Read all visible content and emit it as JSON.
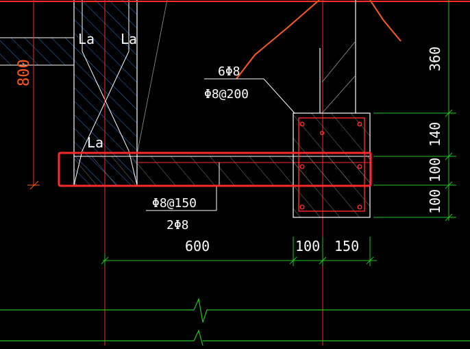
{
  "colors": {
    "background": "#000000",
    "red": "#ff2a2a",
    "white": "#ffffff",
    "green": "#22c522",
    "blue": "#2a8cff",
    "orange": "#ff5a1a",
    "cyan": "#00c8c8"
  },
  "labels": {
    "la_top_left": "La",
    "la_top_right": "La",
    "la_mid": "La",
    "dim_800": "800",
    "rebar_6phi8": "6Φ8",
    "rebar_phi8_200": "Φ8@200",
    "rebar_phi8_150": "Φ8@150",
    "rebar_2phi8": "2Φ8"
  },
  "dimensions": {
    "d360": "360",
    "d140": "140",
    "d100a": "100",
    "d100b": "100",
    "d600": "600",
    "d100c": "100",
    "d150": "150"
  }
}
